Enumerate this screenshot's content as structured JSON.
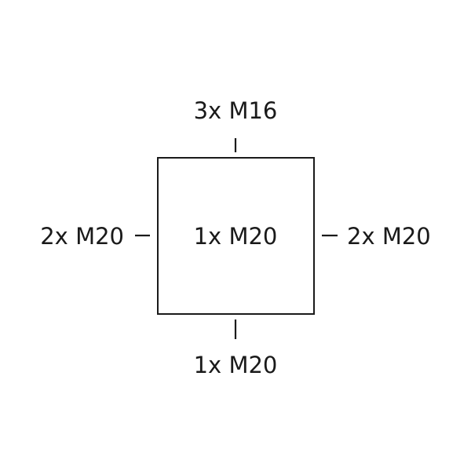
{
  "diagram": {
    "center_label": "1x M20",
    "top_label": "3x M16",
    "bottom_label": "1x M20",
    "left_label": "2x M20",
    "right_label": "2x M20",
    "line_color": "#1a1a1a",
    "background_color": "#ffffff"
  }
}
